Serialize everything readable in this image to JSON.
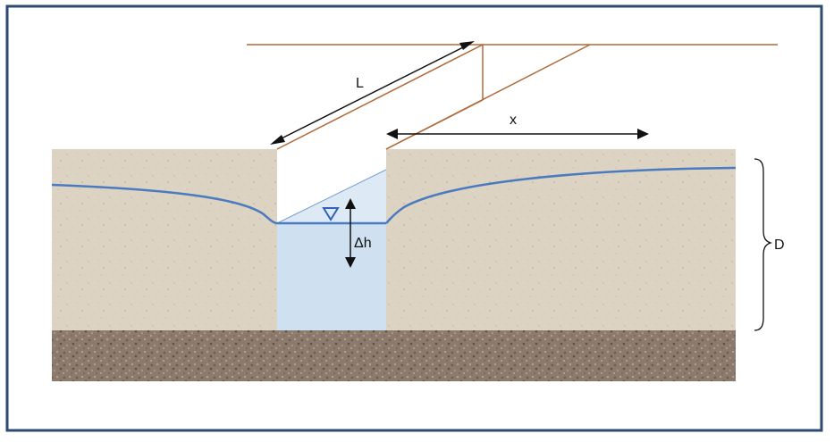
{
  "labels": {
    "length": "L",
    "distance": "x",
    "drawdown": "Δh",
    "depth": "D"
  },
  "symbols": {
    "water_level": "water-table-triangle-icon"
  },
  "colors": {
    "frame_border": "#2e4a73",
    "soil": "#ddd3c3",
    "gravel": "#8c7b6d",
    "water": "#cfe0f0",
    "water_table": "#4a7ac0",
    "trench_lines": "#b06a3a",
    "arrows": "#111111"
  }
}
